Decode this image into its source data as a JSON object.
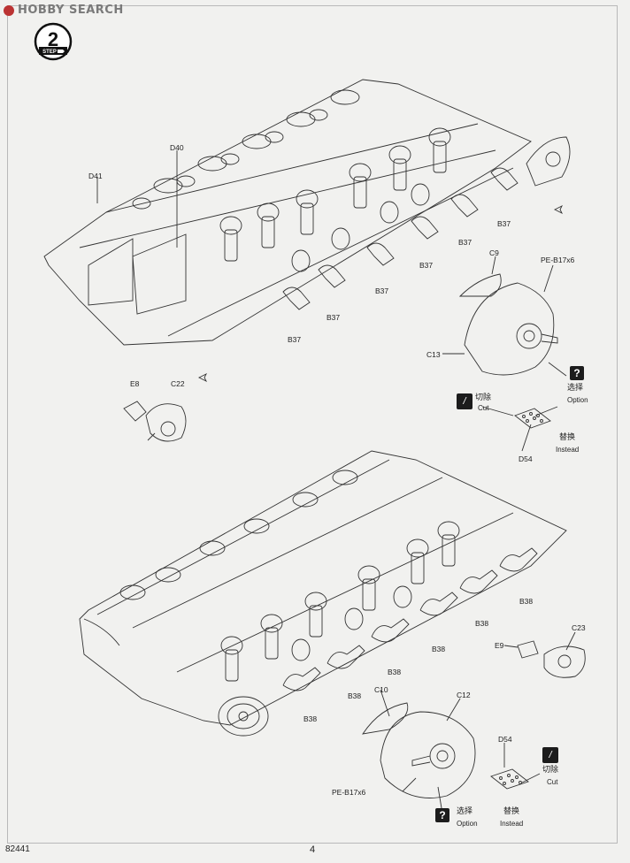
{
  "watermark": {
    "text": "HOBBY SEARCH"
  },
  "step": {
    "number": "2",
    "label": "STEP"
  },
  "footer": {
    "code": "82441",
    "page": "4"
  },
  "labels": {
    "d41": "D41",
    "d40": "D40",
    "b37": "B37",
    "c9": "C9",
    "pe_b17_top": "PE-B17x6",
    "c13": "C13",
    "e8": "E8",
    "c22": "C22",
    "d54_top": "D54",
    "d54_bottom": "D54",
    "c10": "C10",
    "c12": "C12",
    "b38": "B38",
    "e9": "E9",
    "c23": "C23",
    "pe_b17_bottom": "PE-B17x6"
  },
  "notes": {
    "option_cn": "选择",
    "option_en": "Option",
    "cut_cn": "切除",
    "cut_en": "Cut",
    "instead_cn": "替换",
    "instead_en": "Instead"
  },
  "icons": [
    "question-icon",
    "cut-icon",
    "arrow-icon"
  ]
}
